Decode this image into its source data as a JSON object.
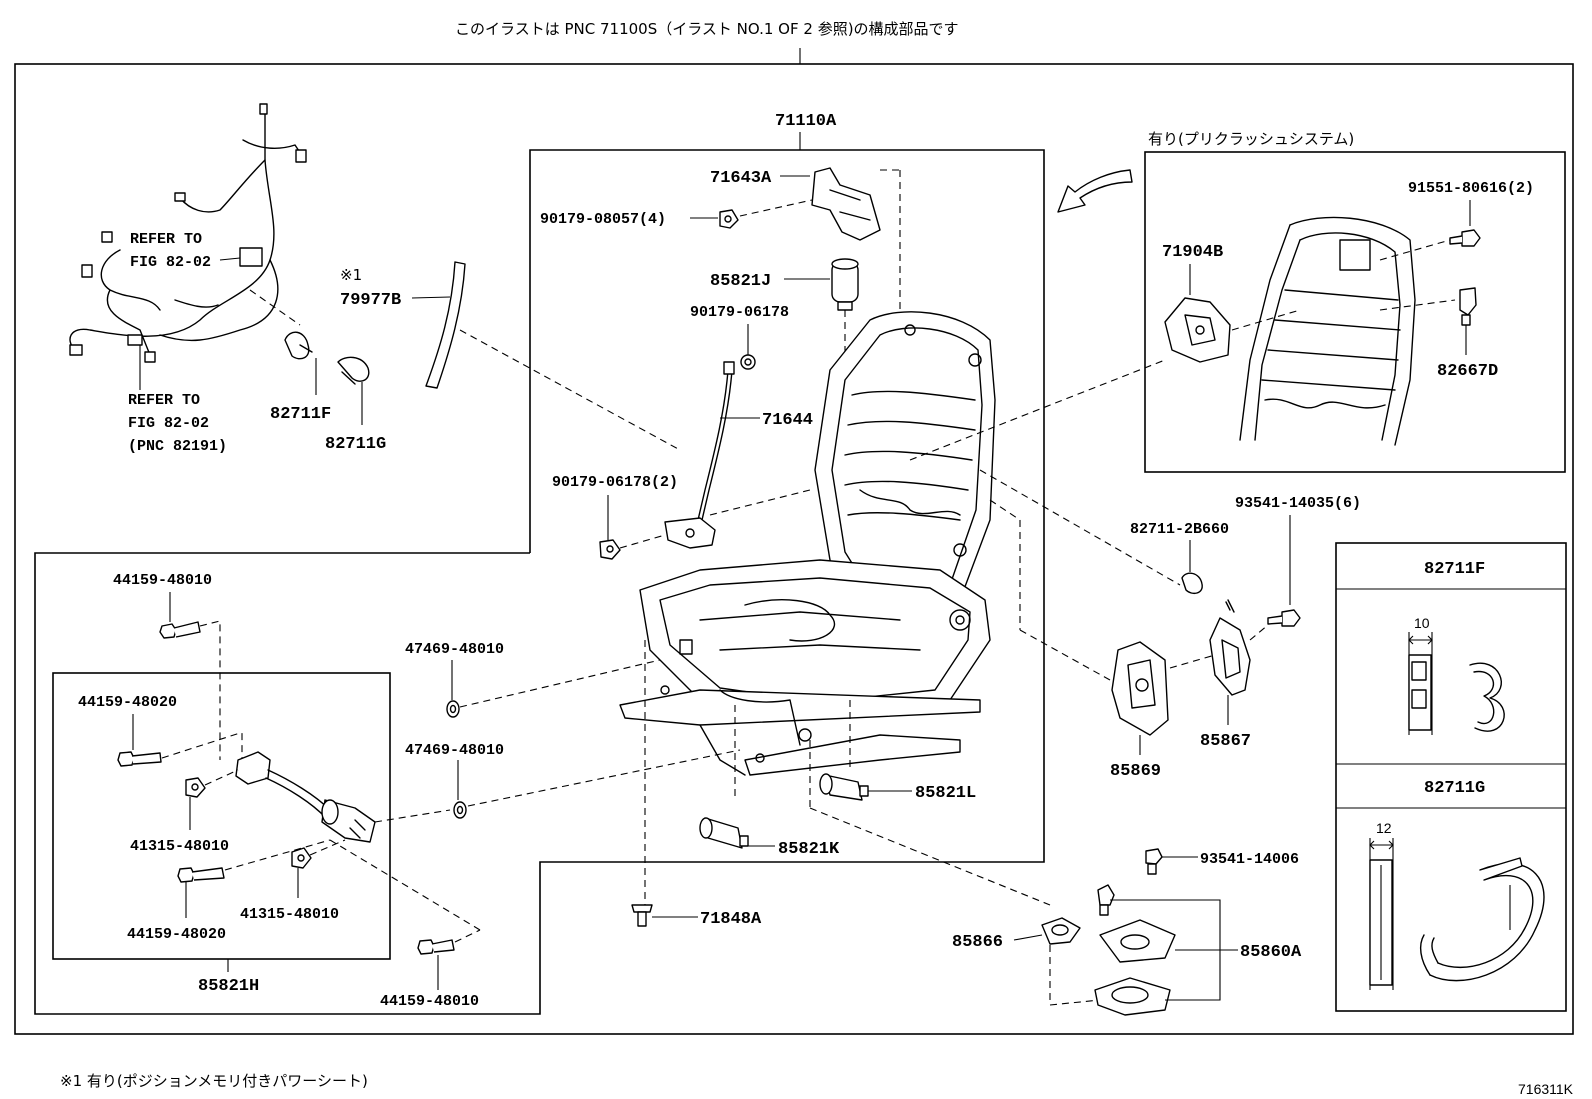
{
  "header_note": "このイラストは PNC 71100S（イラスト NO.1 OF 2 参照)の構成部品です",
  "footer_note": "※1 有り(ポジションメモリ付きパワーシート)",
  "figure_id": "716311K",
  "precrash_box_title": "有り(プリクラッシュシステム)",
  "mark_note": "※1",
  "labels": {
    "p71110A": "71110A",
    "p71643A": "71643A",
    "p90179_08057": "90179-08057(4)",
    "p85821J": "85821J",
    "p90179_06178a": "90179-06178",
    "p71644": "71644",
    "p90179_06178b": "90179-06178(2)",
    "p79977B": "79977B",
    "p82711F": "82711F",
    "p82711G": "82711G",
    "refer1a": "REFER TO",
    "refer1b": "FIG 82-02",
    "refer2a": "REFER TO",
    "refer2b": "FIG 82-02",
    "refer2c": "(PNC 82191)",
    "p44159_48010a": "44159-48010",
    "p44159_48020a": "44159-48020",
    "p41315_48010a": "41315-48010",
    "p44159_48020b": "44159-48020",
    "p41315_48010b": "41315-48010",
    "p85821H": "85821H",
    "p44159_48010b": "44159-48010",
    "p47469_48010a": "47469-48010",
    "p47469_48010b": "47469-48010",
    "p85821L": "85821L",
    "p85821K": "85821K",
    "p71848A": "71848A",
    "p91551_80616": "91551-80616(2)",
    "p71904B": "71904B",
    "p82667D": "82667D",
    "p82711_2B660": "82711-2B660",
    "p93541_14035": "93541-14035(6)",
    "p85869": "85869",
    "p85867": "85867",
    "p93541_14006": "93541-14006",
    "p85866": "85866",
    "p85860A": "85860A"
  },
  "detail_boxes": [
    {
      "title": "82711F",
      "dimension": "10"
    },
    {
      "title": "82711G",
      "dimension": "12"
    }
  ]
}
